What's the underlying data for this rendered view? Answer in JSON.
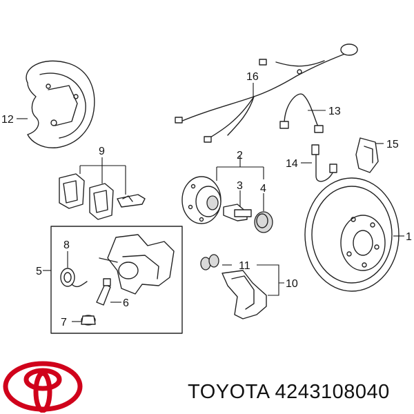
{
  "callouts": {
    "c1": "1",
    "c2": "2",
    "c3": "3",
    "c4": "4",
    "c5": "5",
    "c6": "6",
    "c7": "7",
    "c8": "8",
    "c9": "9",
    "c10": "10",
    "c11": "11",
    "c12": "12",
    "c13": "13",
    "c14": "14",
    "c15": "15",
    "c16": "16"
  },
  "caption": {
    "brand": "TOYOTA",
    "part_number": "4243108040",
    "text": "TOYOTA 4243108040"
  },
  "colors": {
    "line": "#222222",
    "logo_red": "#d0021b",
    "background": "#ffffff"
  }
}
